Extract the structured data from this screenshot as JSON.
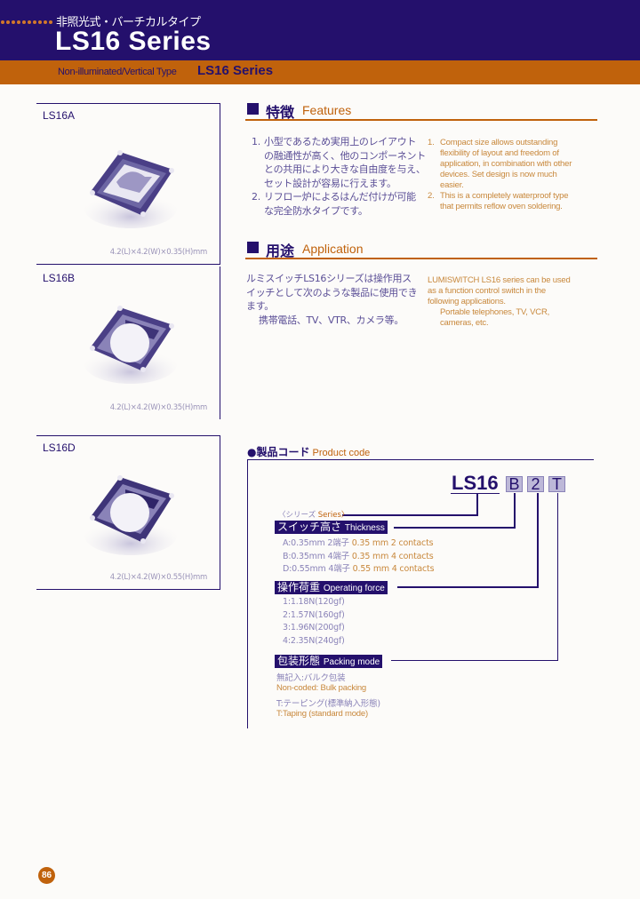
{
  "header": {
    "subtitle_jp": "非照光式・バーチカルタイプ",
    "title": "LS16 Series",
    "band_subtitle": "Non-illuminated/Vertical Type",
    "band_title": "LS16 Series",
    "colors": {
      "navy": "#24106c",
      "orange": "#c0620c"
    }
  },
  "products": [
    {
      "label": "LS16A",
      "dimensions": "4.2(L)×4.2(W)×0.35(H)mm"
    },
    {
      "label": "LS16B",
      "dimensions": "4.2(L)×4.2(W)×0.35(H)mm"
    },
    {
      "label": "LS16D",
      "dimensions": "4.2(L)×4.2(W)×0.55(H)mm"
    }
  ],
  "features": {
    "title_jp": "特徴",
    "title_en": "Features",
    "jp_items": [
      {
        "num": "1.",
        "lines": [
          "小型であるため実用上のレイアウト",
          "の融通性が高く、他のコンポーネント",
          "との共用により大きな自由度を与え、",
          "セット設計が容易に行えます。"
        ]
      },
      {
        "num": "2.",
        "lines": [
          "リフロー炉によるはんだ付けが可能",
          "な完全防水タイプです。"
        ]
      }
    ],
    "en_items": [
      {
        "num": "1.",
        "lines": [
          "Compact size allows outstanding",
          "flexibility of layout and freedom of",
          "application, in combination with other",
          "devices. Set design is now much",
          "easier."
        ]
      },
      {
        "num": "2.",
        "lines": [
          "This is a completely waterproof type",
          "that permits reflow oven soldering."
        ]
      }
    ]
  },
  "application": {
    "title_jp": "用途",
    "title_en": "Application",
    "jp_lines": [
      "ルミスイッチLS16シリーズは操作用ス",
      "イッチとして次のような製品に使用でき",
      "ます。"
    ],
    "jp_sub": "携帯電話、TV、VTR、カメラ等。",
    "en_lines": [
      "LUMISWITCH LS16 series can be used",
      "as a function control switch in the",
      "following applications."
    ],
    "en_sub": [
      "Portable telephones, TV, VCR,",
      "cameras, etc."
    ]
  },
  "product_code": {
    "title_jp": "●製品コード",
    "title_en": "Product code",
    "code_base": "LS16",
    "code_parts": [
      "B",
      "2",
      "T"
    ],
    "series_label_jp": "〈シリーズ",
    "series_label_en": "Series〉",
    "thickness": {
      "tag_jp": "スイッチ高さ",
      "tag_en": "Thickness",
      "options": [
        {
          "jp": "A:0.35mm  2端子",
          "en": "0.35 mm  2 contacts"
        },
        {
          "jp": "B:0.35mm  4端子",
          "en": "0.35 mm  4 contacts"
        },
        {
          "jp": "D:0.55mm  4端子",
          "en": "0.55 mm  4 contacts"
        }
      ]
    },
    "operating_force": {
      "tag_jp": "操作荷重",
      "tag_en": "Operating force",
      "options": [
        "1:1.18N(120gf)",
        "2:1.57N(160gf)",
        "3:1.96N(200gf)",
        "4:2.35N(240gf)"
      ]
    },
    "packing_mode": {
      "tag_jp": "包装形態",
      "tag_en": "Packing mode",
      "options": [
        {
          "text": "無記入:バルク包装",
          "lang": "jp"
        },
        {
          "text": "Non-coded: Bulk packing",
          "lang": "en"
        },
        {
          "text": "T:テーピング(標準納入形態)",
          "lang": "jp"
        },
        {
          "text": "T:Taping (standard mode)",
          "lang": "en"
        }
      ]
    }
  },
  "footer": {
    "page_number": "86"
  }
}
